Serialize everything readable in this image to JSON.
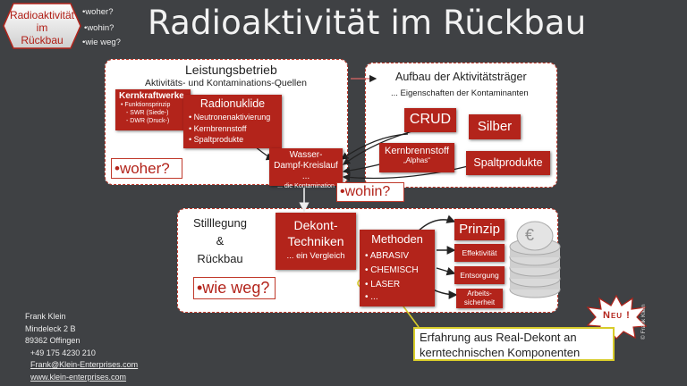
{
  "title": "Radioaktivität im Rückbau",
  "nav_badge": {
    "line1": "Radioaktivität",
    "line2": "im",
    "line3": "Rückbau",
    "links": [
      "•woher?",
      "•wohin?",
      "•wie weg?"
    ]
  },
  "panel_top_left": {
    "heading": "Leistungsbetrieb",
    "subheading": "Aktivitäts- und Kontaminations-Quellen",
    "kernkraftwerke": {
      "title": "Kernkraftwerke",
      "lines": [
        "• Funktionsprinzip",
        "- SWR (Siede-)",
        "- DWR (Druck-)"
      ]
    },
    "radionuklide": {
      "title": "Radionuklide",
      "items": [
        "• Neutronenaktivierung",
        "• Kernbrennstoff",
        "• Spaltprodukte"
      ]
    },
    "woher": "•woher?"
  },
  "wasser_dampf": {
    "line1": "Wasser-",
    "line2": "Dampf-Kreislauf ...",
    "line3": "... die Kontamination"
  },
  "wohin": "•wohin?",
  "panel_top_right": {
    "heading": "Aufbau der Aktivitätsträger",
    "subheading": "... Eigenschaften der Kontaminanten",
    "crud": "CRUD",
    "silber": "Silber",
    "kernbrennstoff": "Kernbrennstoff",
    "alphas": "„Alphas“",
    "spaltprodukte": "Spaltprodukte"
  },
  "panel_bottom": {
    "stilllegung": [
      "Stilllegung",
      "&",
      "Rückbau"
    ],
    "dekont": {
      "line1": "Dekont-",
      "line2": "Techniken",
      "line3": "... ein Vergleich"
    },
    "methoden": {
      "title": "Methoden",
      "items": [
        "• ABRASIV",
        "• CHEMISCH",
        "• LASER",
        "• ..."
      ]
    },
    "prinzip": "Prinzip",
    "effektivitaet": "Effektivität",
    "entsorgung": "Entsorgung",
    "arbeitssicherheit": [
      "Arbeits-",
      "sicherheit"
    ],
    "wie_weg": "•wie weg?",
    "euro_symbol": "€"
  },
  "neu_badge": "Neu !",
  "callout": {
    "line1": "Erfahrung aus Real-Dekont an",
    "line2": "kerntechnischen Komponenten"
  },
  "footer": {
    "name": "Frank Klein",
    "street": "Mindeleck 2 B",
    "city": "89362 Offingen",
    "phone": "+49 175 4230 210",
    "email": "Frank@Klein-Enterprises.com",
    "web": "www.klein-enterprises.com"
  },
  "copyright": "© Frank Klein",
  "colors": {
    "background": "#3f4144",
    "accent_red": "#b3241b",
    "highlight_yellow": "#d8cc2a",
    "arrow_dark": "#333333"
  }
}
